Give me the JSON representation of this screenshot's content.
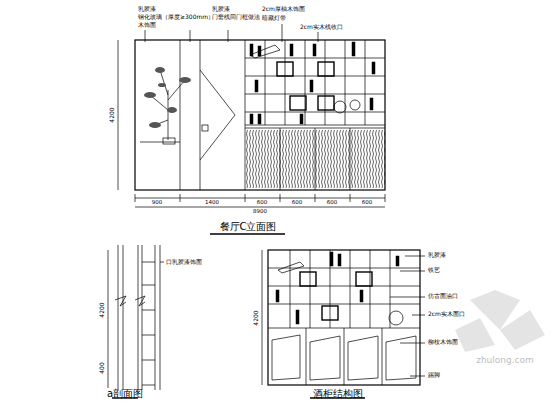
{
  "diagram": {
    "title": "餐厅C立面图",
    "labels": [
      "乳胶漆",
      "钢化玻璃（厚度≥300mm）",
      "木饰面",
      "乳胶漆",
      "门套线同门框做法",
      "2cm厚柚木饰面",
      "暗藏灯带",
      "2cm实木线收口",
      "4200",
      "900",
      "1400",
      "600",
      "600",
      "600",
      "600",
      "8900",
      "口乳胶漆饰面",
      "4200",
      "400",
      "a剖面图",
      "乳胶漆",
      "铁艺",
      "仿古面油口",
      "2cm实木面口",
      "柳桉木饰面",
      "踢脚",
      "4200",
      "酒柜结构图",
      "zhulong.com"
    ]
  }
}
